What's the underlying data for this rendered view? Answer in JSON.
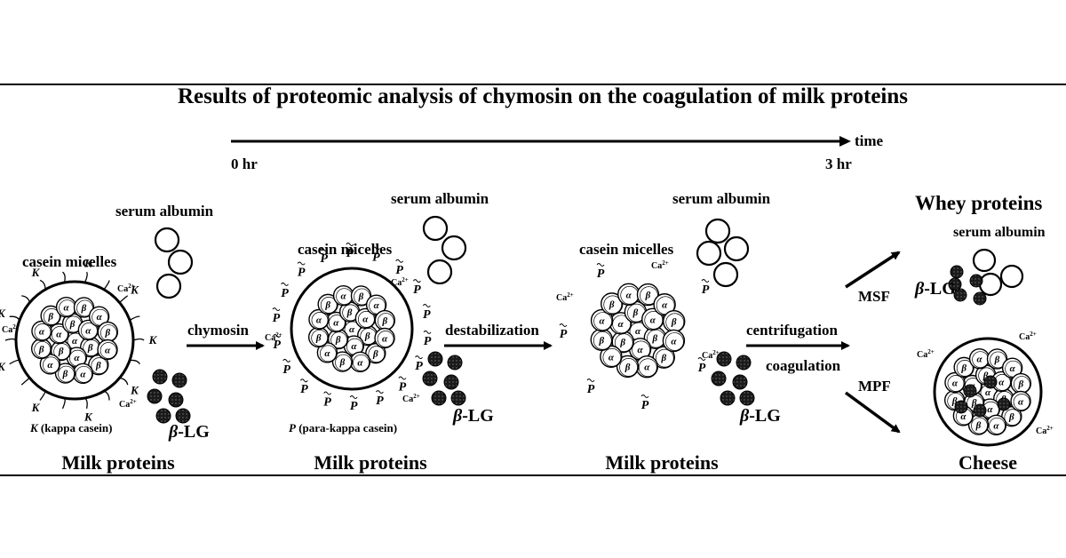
{
  "title": "Results of proteomic analysis of chymosin on the coagulation of milk proteins",
  "timeline": {
    "start": "0 hr",
    "end": "3 hr",
    "axis": "time"
  },
  "labels": {
    "serum_albumin": "serum albumin",
    "casein_micelles": "casein micelles",
    "kappa": "K",
    "para_kappa": "P",
    "calcium": "Ca",
    "calcium_charge": "2+",
    "alpha": "α",
    "beta": "β",
    "beta_lg_symbol": "β",
    "beta_lg_suffix": "-LG",
    "kappa_legend_symbol": "K",
    "kappa_legend_text": " (kappa casein)",
    "para_legend_symbol": "P",
    "para_legend_text": " (para-kappa casein)",
    "whey_proteins": "Whey proteins",
    "msf": "MSF",
    "mpf": "MPF"
  },
  "steps": [
    "chymosin",
    "destabilization",
    "centrifugation",
    "coagulation"
  ],
  "stages": [
    "Milk proteins",
    "Milk proteins",
    "Milk proteins",
    "Cheese"
  ],
  "colors": {
    "ink": "#000000",
    "whey_ball": "#1a1a1a",
    "background": "#ffffff"
  }
}
